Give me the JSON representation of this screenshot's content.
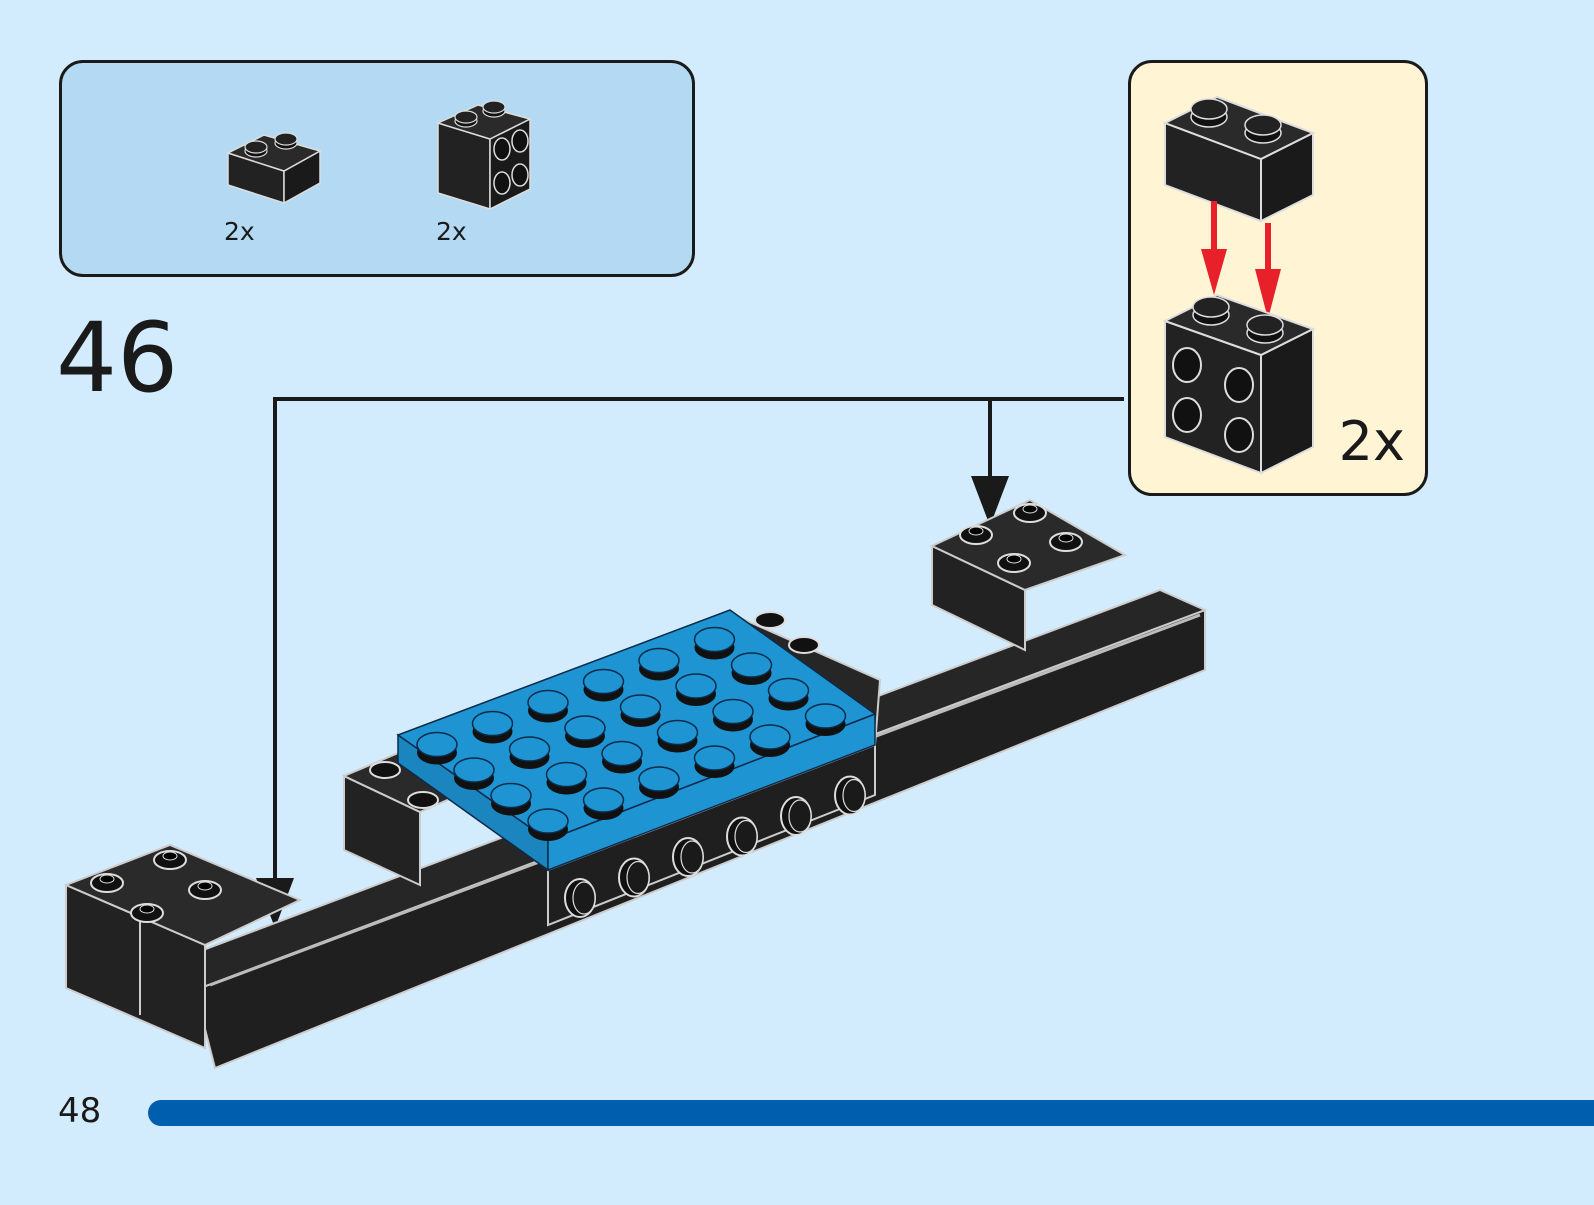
{
  "page": {
    "page_number": "48",
    "step_number": "46",
    "background_color": "#d3ecfd",
    "footer_bar_color": "#005eaf"
  },
  "parts_list": {
    "background_color": "#b3d9f3",
    "items": [
      {
        "part": "brick-1x2-black",
        "icon": "brick-1x2-icon",
        "quantity": "2x"
      },
      {
        "part": "brick-1x2x2-studs-on-side-black",
        "icon": "brick-studs-on-side-icon",
        "quantity": "2x"
      }
    ]
  },
  "sub_assembly": {
    "background_color": "#fff5d4",
    "quantity": "2x",
    "arrow_color": "#e8202a",
    "description": "Attach 1x2 brick on top of 1x2x2 brick with studs on side"
  },
  "main_model": {
    "plate_color": "#1e94d2",
    "brick_color": "#222222",
    "callout_arrows": 2
  }
}
